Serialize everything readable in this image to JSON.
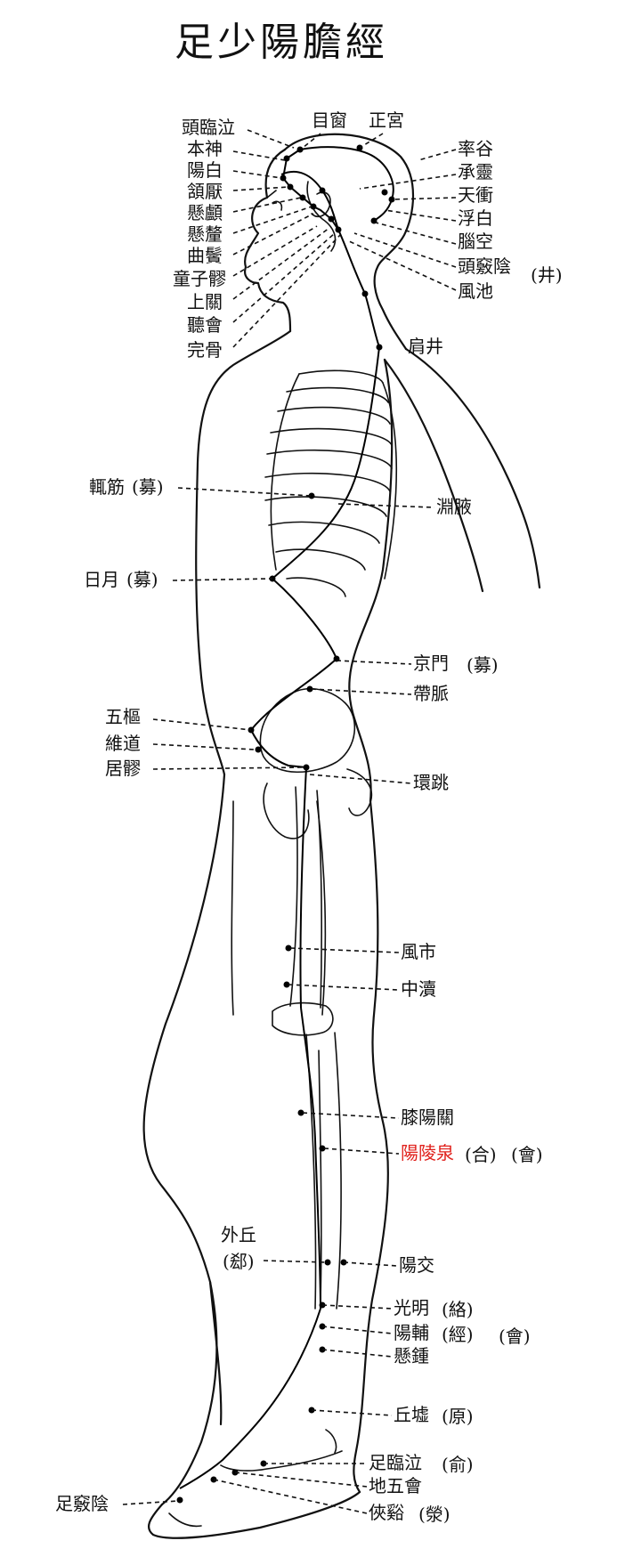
{
  "title": "足少陽膽經",
  "accent_color": "#e0201b",
  "points": {
    "tou_lin_qi": "頭臨泣",
    "mu_chuang": "目窗",
    "zheng_ying": "正宮",
    "ben_shen": "本神",
    "yang_bai": "陽白",
    "han_yan": "頷厭",
    "xuan_lu": "懸顱",
    "xuan_li": "懸釐",
    "qu_bin": "曲鬢",
    "tong_zi_liao": "童子髎",
    "shang_guan": "上關",
    "ting_hui": "聽會",
    "wan_gu": "完骨",
    "shuai_gu": "率谷",
    "cheng_ling": "承靈",
    "tian_chong": "天衝",
    "fu_bai": "浮白",
    "nao_kong": "腦空",
    "tou_qiao_yin": "頭竅陰",
    "feng_chi": "風池",
    "jian_jing": "肩井",
    "zhe_jin": "輒筋",
    "yuan_ye": "淵腋",
    "ri_yue": "日月",
    "jing_men": "京門",
    "dai_mai": "帶脈",
    "wu_shu": "五樞",
    "wei_dao": "維道",
    "ju_liao": "居髎",
    "huan_tiao": "環跳",
    "feng_shi": "風市",
    "zhong_du": "中瀆",
    "xi_yang_guan": "膝陽關",
    "yang_ling_quan": "陽陵泉",
    "wai_qiu": "外丘",
    "yang_jiao": "陽交",
    "guang_ming": "光明",
    "yang_fu": "陽輔",
    "xuan_zhong": "懸鍾",
    "qiu_xu": "丘墟",
    "zu_lin_qi": "足臨泣",
    "di_wu_hui": "地五會",
    "xia_xi": "俠谿",
    "zu_qiao_yin": "足竅陰"
  },
  "tags": {
    "jing": "(井)",
    "mu": "(募)",
    "he": "(合)",
    "hui": "(會)",
    "xi": "(郄)",
    "luo": "(絡)",
    "jing_river": "(經)",
    "yuan": "(原)",
    "shu": "(俞)",
    "ying": "(滎)"
  }
}
